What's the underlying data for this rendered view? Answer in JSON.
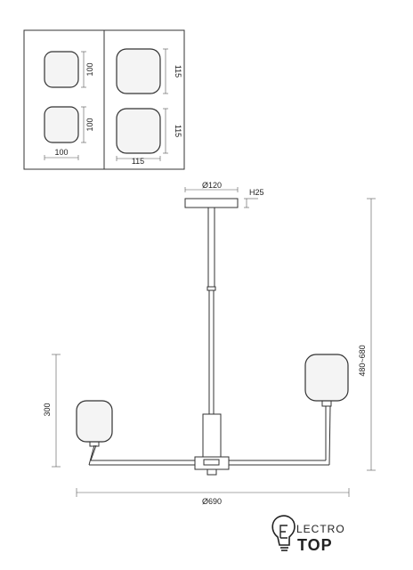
{
  "inset": {
    "small": {
      "width_label": "100",
      "height_label_top": "100",
      "height_label_bottom": "100"
    },
    "large": {
      "width_label": "115",
      "height_label_top": "115",
      "height_label_bottom": "115"
    }
  },
  "fixture": {
    "canopy_diameter": "Ø120",
    "canopy_height": "H25",
    "total_height": "480~680",
    "arm_height": "300",
    "span": "Ø690"
  },
  "logo": {
    "line1": "LECTRO",
    "line2": "TOP"
  }
}
